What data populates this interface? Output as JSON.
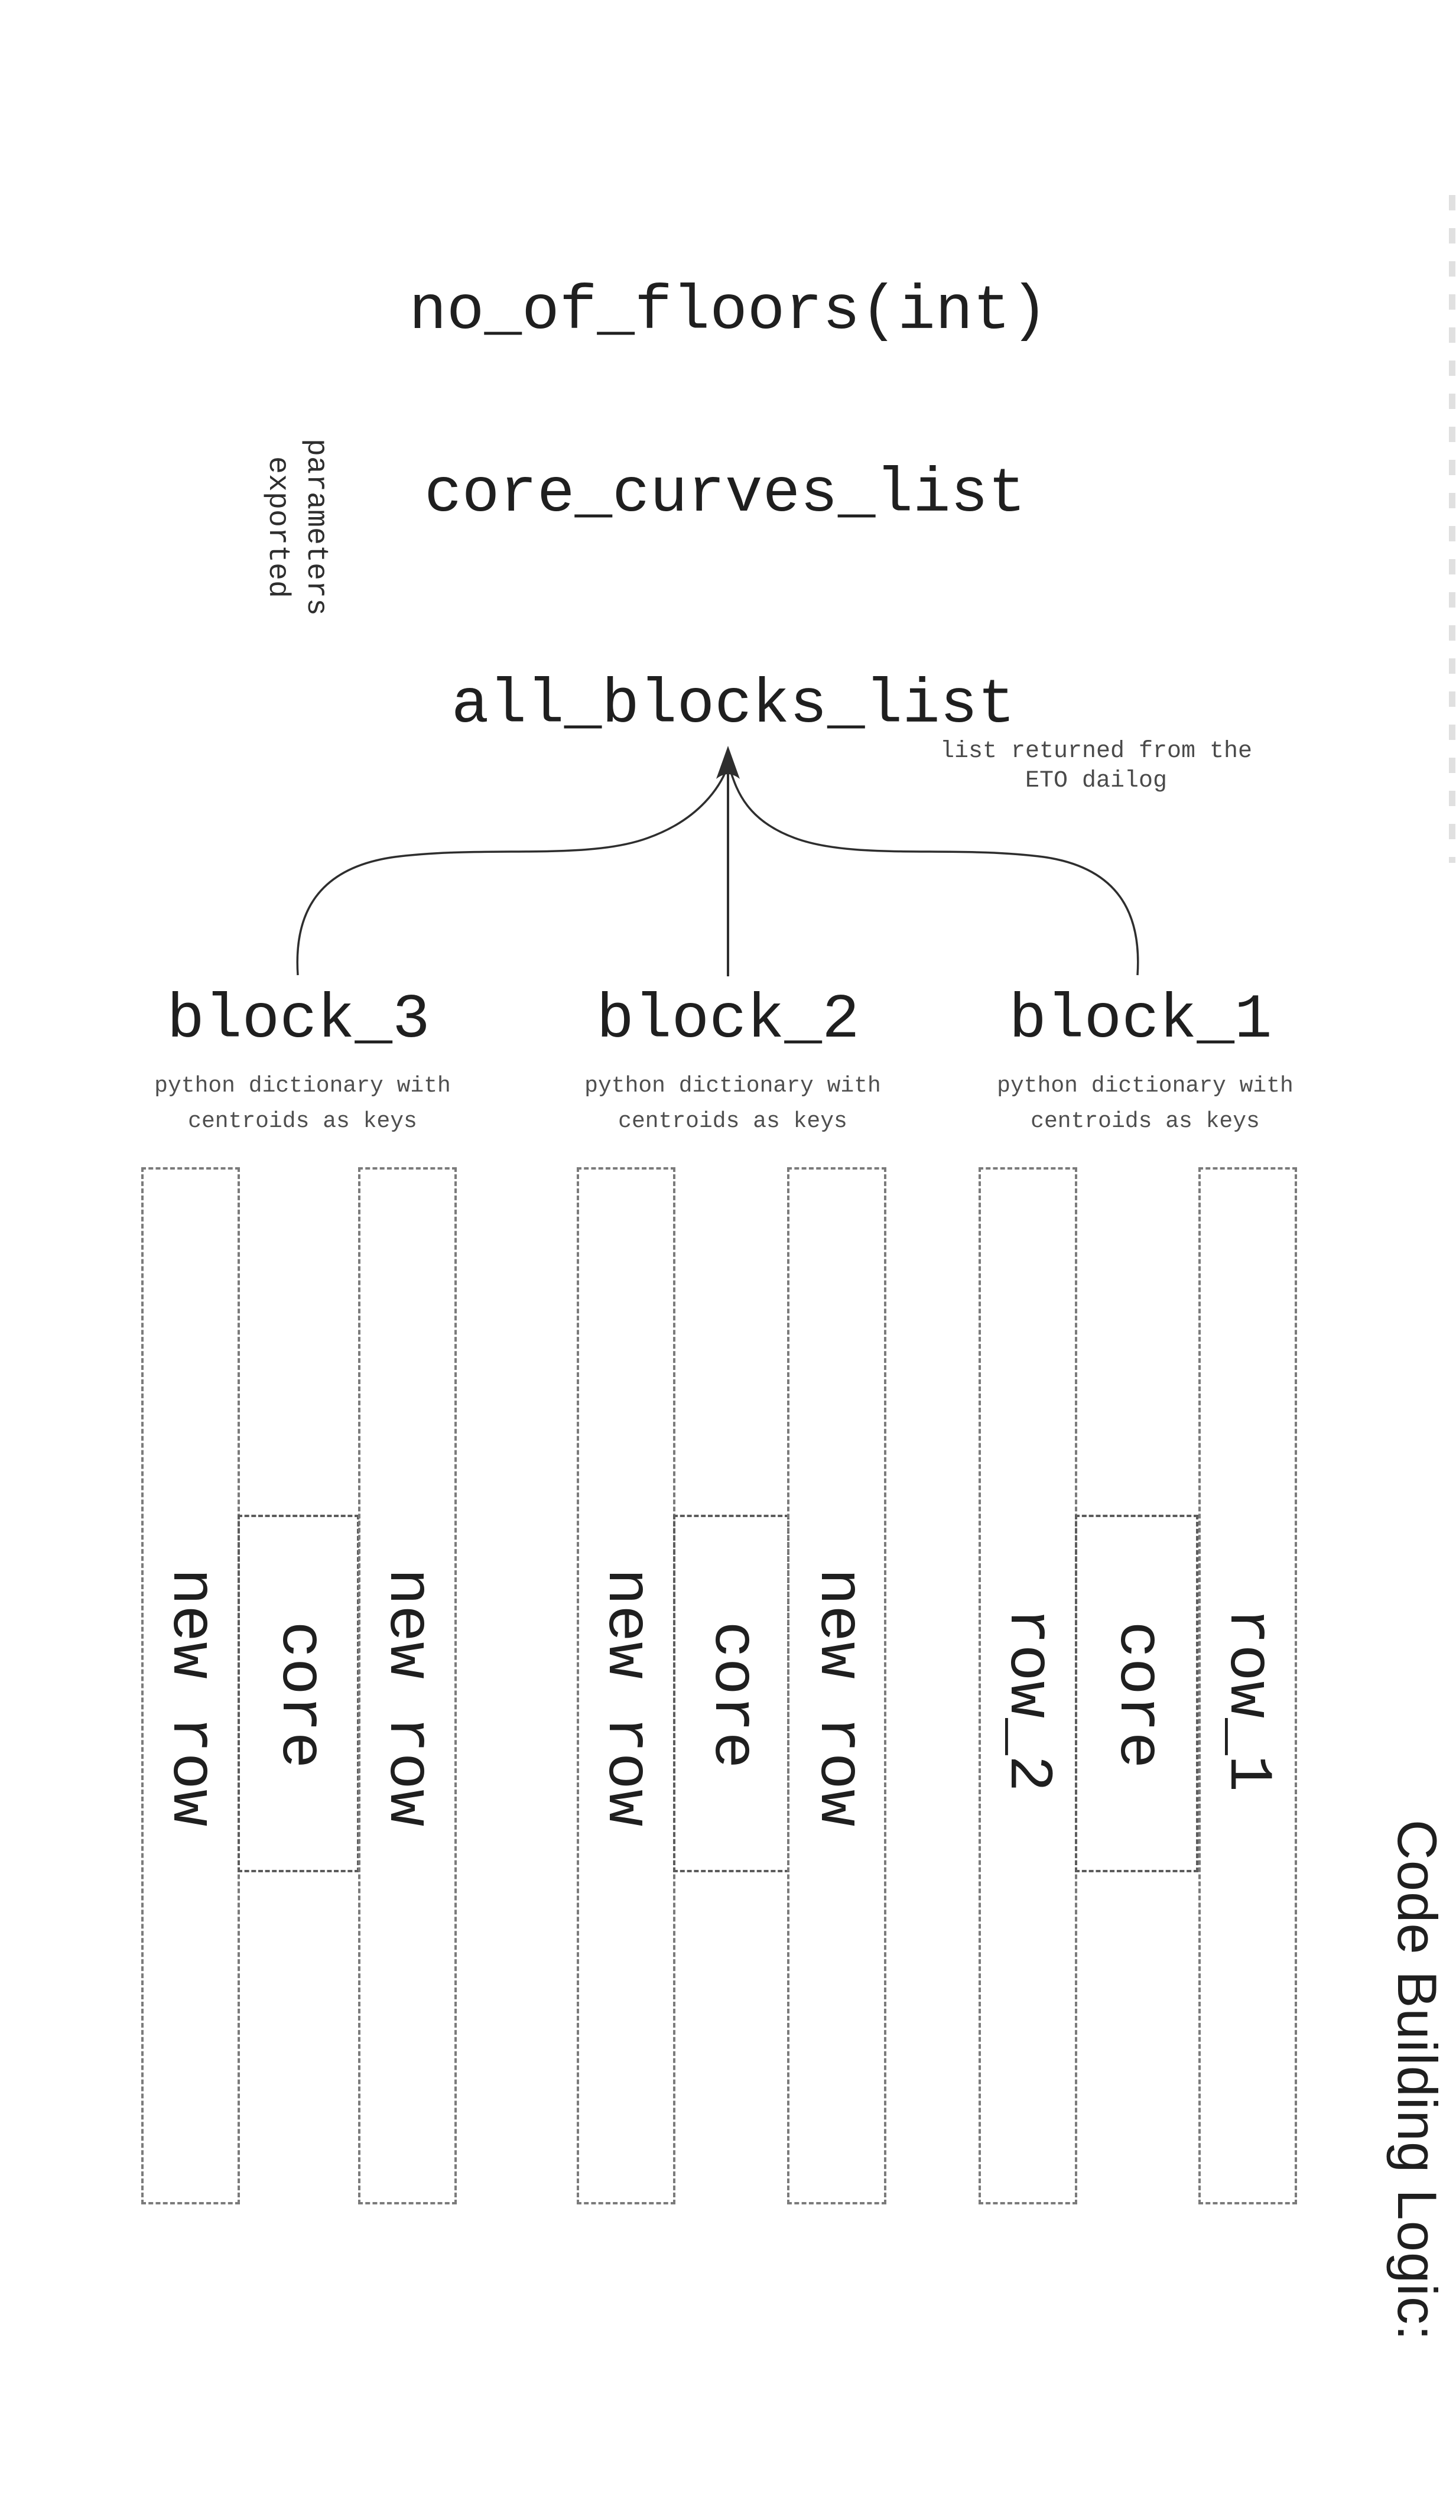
{
  "page": {
    "background": "#ffffff",
    "ink": "#1f1f1f",
    "muted_text": "#4a4a4a",
    "column_dash_color": "#7b7b7b",
    "core_dash_color": "#5c5c5c",
    "line_color": "#2e2e2e"
  },
  "headers": {
    "no_of_floors": "no_of_floors(int)",
    "core_curves_list": "core_curves_list",
    "all_blocks_list": "all_blocks_list"
  },
  "exported_note": {
    "line1": "parameters",
    "line2": "exported"
  },
  "arrow_note": {
    "line1": "list returned from the",
    "line2": "ETO dailog"
  },
  "icons": {
    "merge_arrow": "arrow-up"
  },
  "blocks": [
    {
      "label": "block_3",
      "caption": [
        "python dictionary with",
        "centroids as keys"
      ],
      "columns": [
        {
          "label": "new row"
        },
        {
          "label": "core"
        },
        {
          "label": "new row"
        }
      ]
    },
    {
      "label": "block_2",
      "caption": [
        "python dictionary with",
        "centroids as keys"
      ],
      "columns": [
        {
          "label": "new row"
        },
        {
          "label": "core"
        },
        {
          "label": "new row"
        }
      ]
    },
    {
      "label": "block_1",
      "caption": [
        "python dictionary with",
        "centroids as keys"
      ],
      "columns": [
        {
          "label": "row_2"
        },
        {
          "label": "core"
        },
        {
          "label": "row_1"
        }
      ]
    }
  ],
  "vertical_title": "Code Building Logic:"
}
